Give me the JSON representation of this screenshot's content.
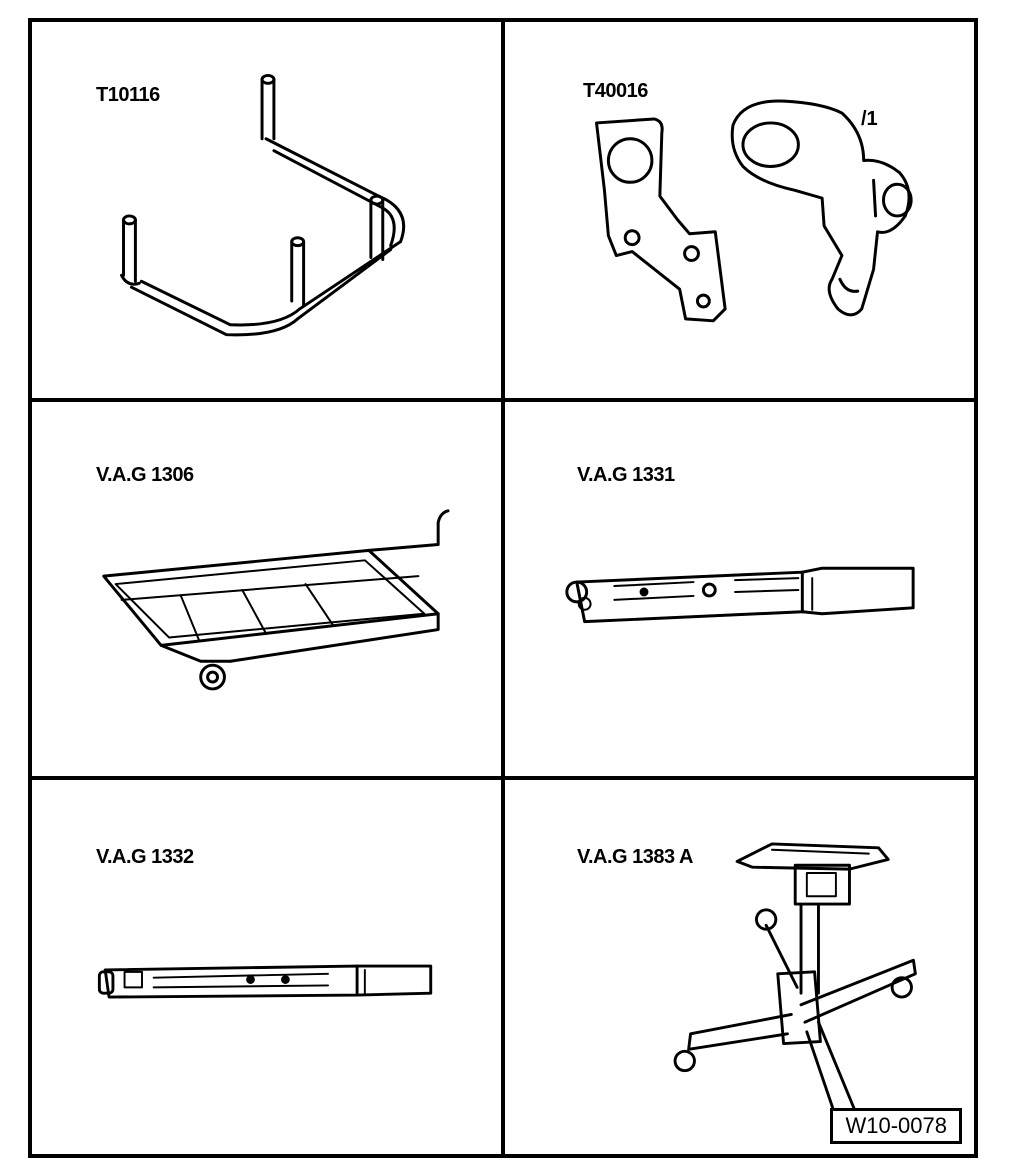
{
  "panels": [
    {
      "label": "T10116"
    },
    {
      "label": "T40016",
      "sublabel": "/1"
    },
    {
      "label": "V.A.G 1306"
    },
    {
      "label": "V.A.G 1331"
    },
    {
      "label": "V.A.G 1332"
    },
    {
      "label": "V.A.G 1383 A"
    }
  ],
  "figure_code": "W10-0078"
}
